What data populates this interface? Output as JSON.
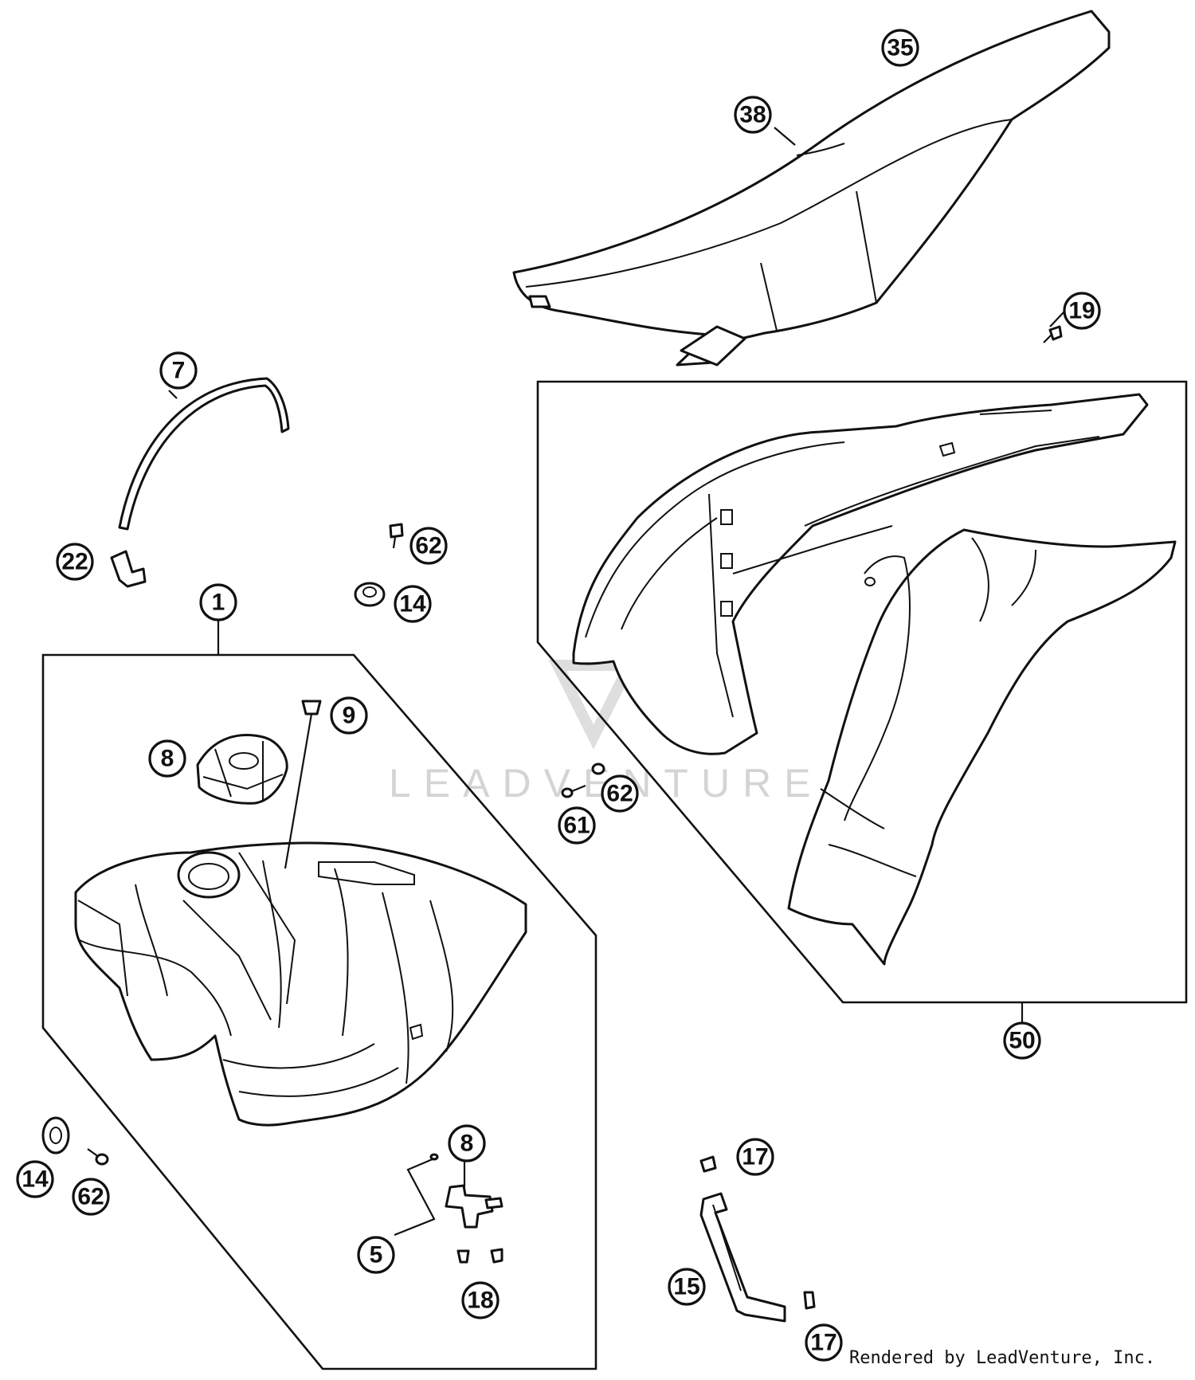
{
  "watermark": "LEADVENTURE",
  "credit": "Rendered by LeadVenture, Inc.",
  "callouts": [
    {
      "id": "c35",
      "label": "35"
    },
    {
      "id": "c38",
      "label": "38"
    },
    {
      "id": "c19",
      "label": "19"
    },
    {
      "id": "c7",
      "label": "7"
    },
    {
      "id": "c22",
      "label": "22"
    },
    {
      "id": "c62a",
      "label": "62"
    },
    {
      "id": "c14a",
      "label": "14"
    },
    {
      "id": "c1",
      "label": "1"
    },
    {
      "id": "c9",
      "label": "9"
    },
    {
      "id": "c8a",
      "label": "8"
    },
    {
      "id": "c62b",
      "label": "62"
    },
    {
      "id": "c61",
      "label": "61"
    },
    {
      "id": "c50",
      "label": "50"
    },
    {
      "id": "c14b",
      "label": "14"
    },
    {
      "id": "c62c",
      "label": "62"
    },
    {
      "id": "c8b",
      "label": "8"
    },
    {
      "id": "c5",
      "label": "5"
    },
    {
      "id": "c18",
      "label": "18"
    },
    {
      "id": "c17a",
      "label": "17"
    },
    {
      "id": "c15",
      "label": "15"
    },
    {
      "id": "c17b",
      "label": "17"
    }
  ]
}
